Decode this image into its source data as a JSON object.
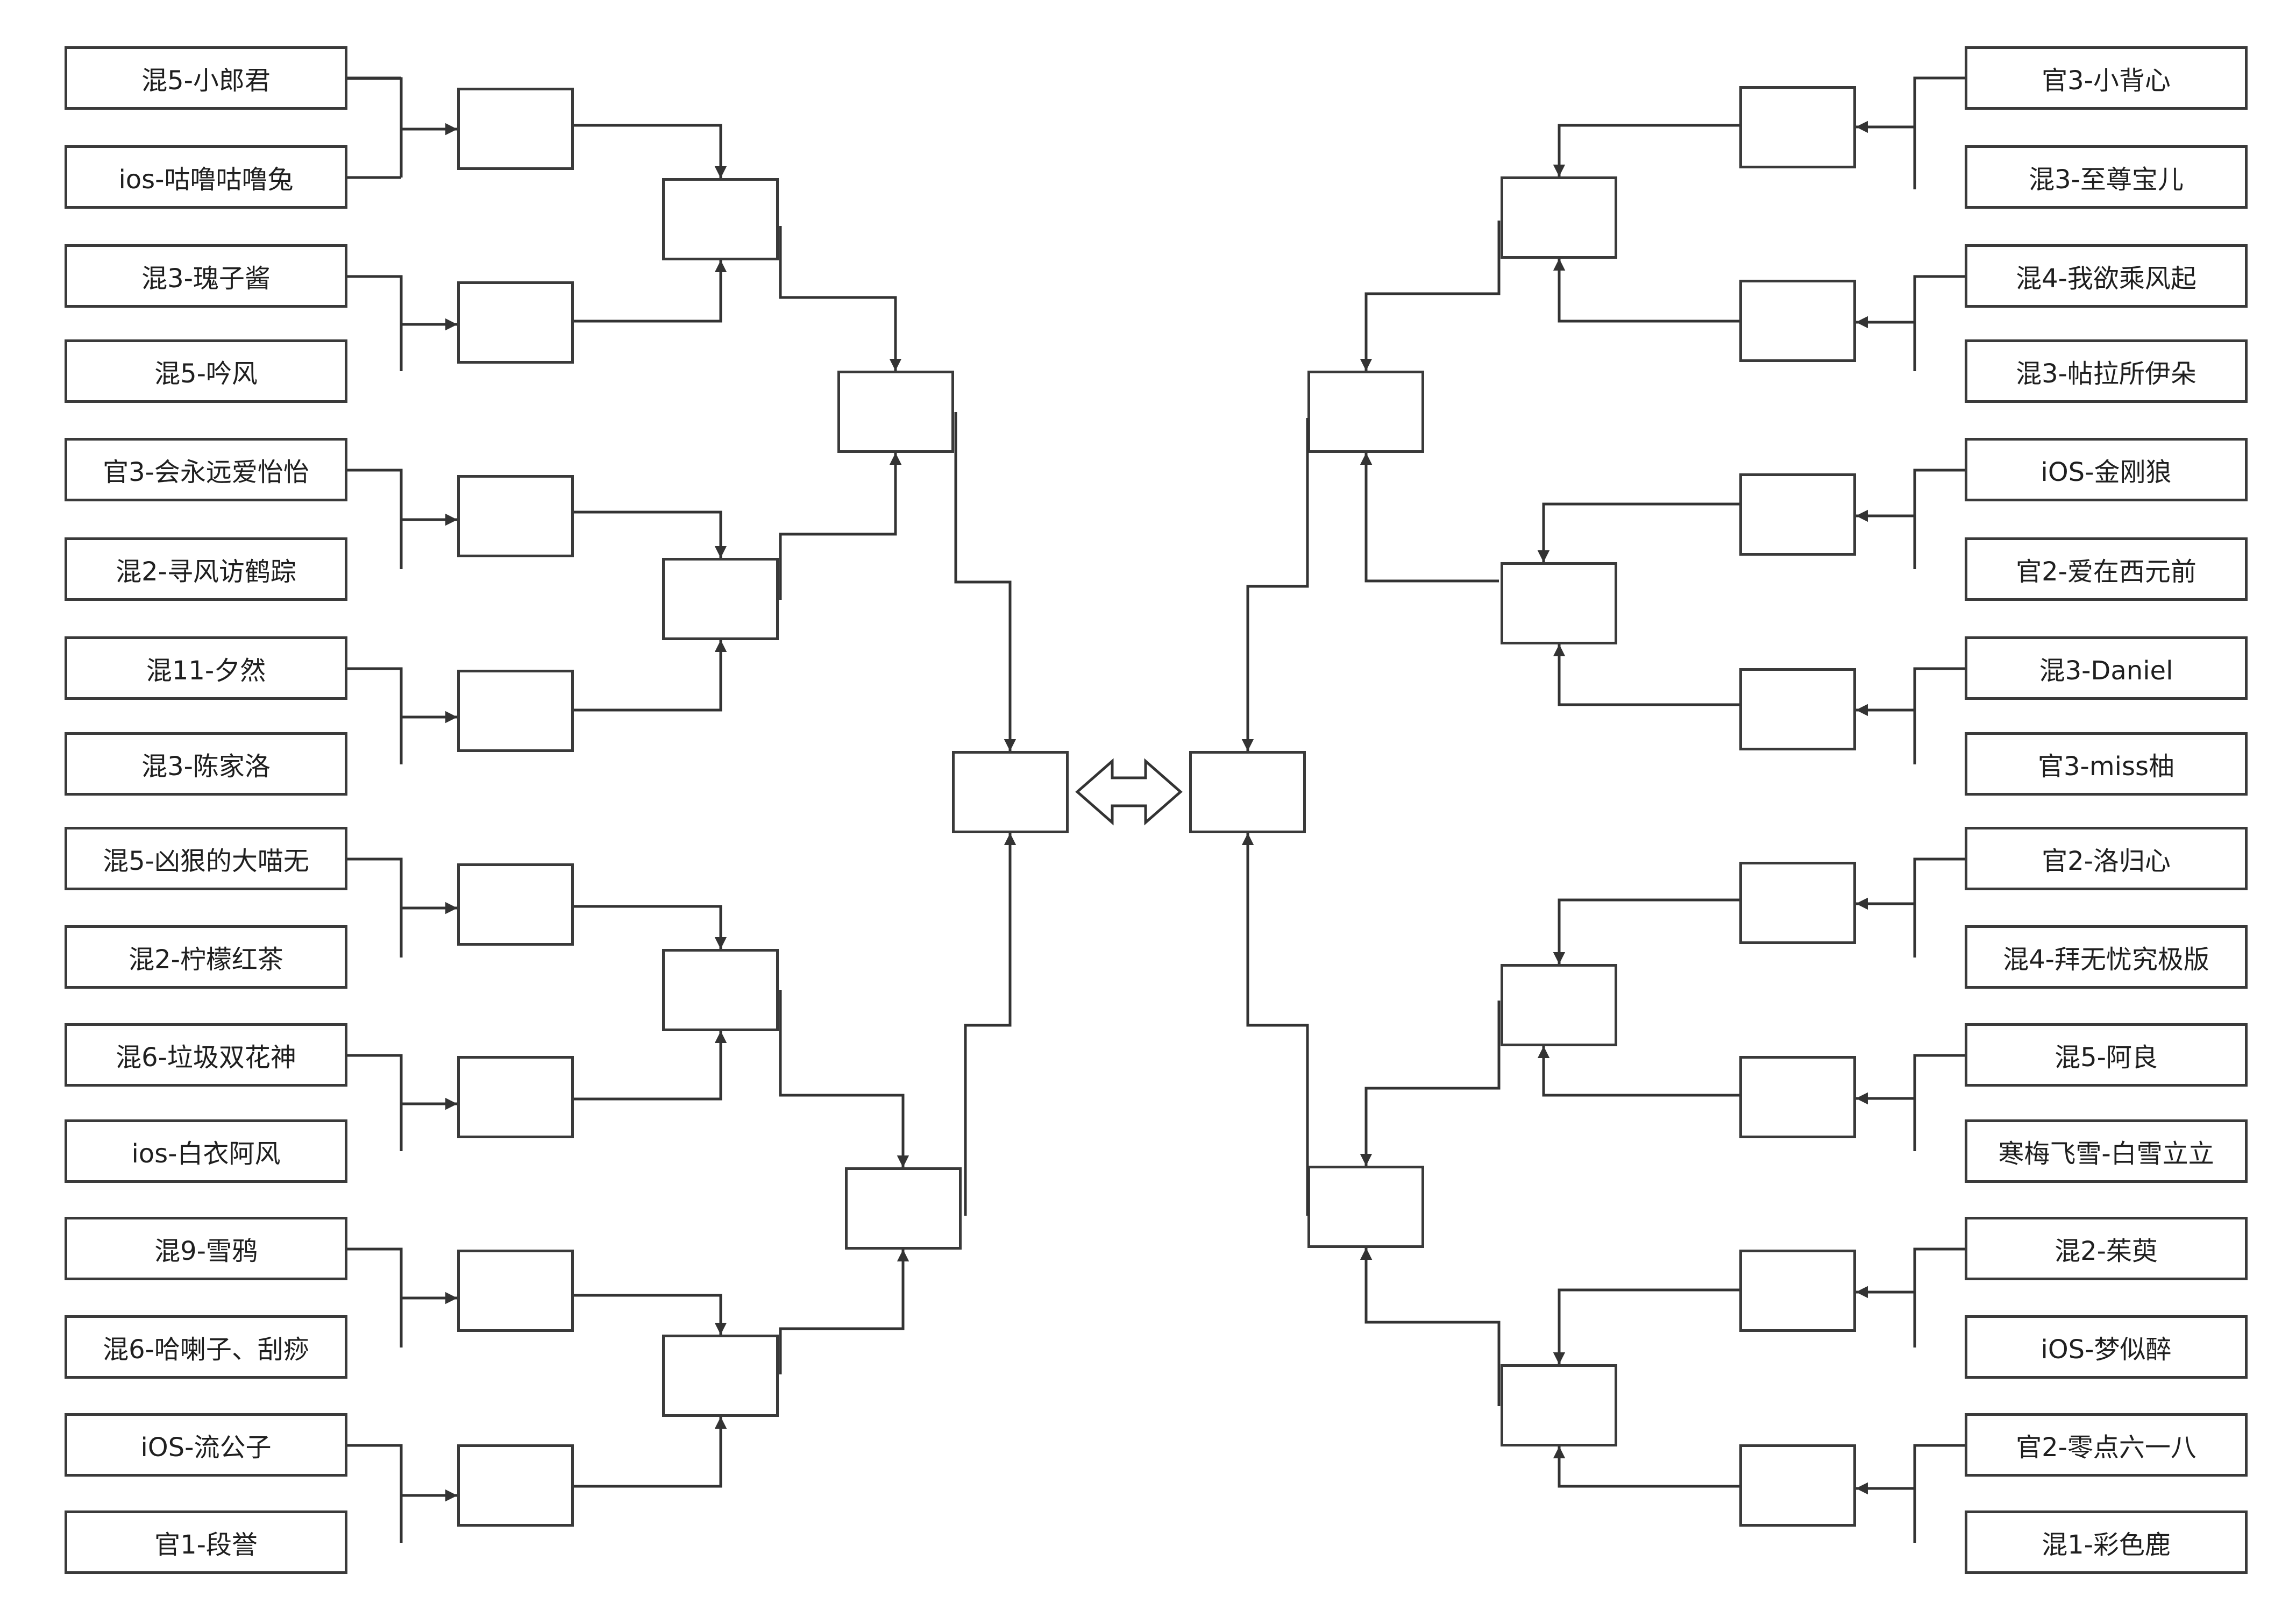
{
  "bracket": {
    "left_teams": [
      "混5-小郎君",
      "ios-咕噜咕噜兔",
      "混3-瑰子酱",
      "混5-吟风",
      "官3-会永远爱怡怡",
      "混2-寻风访鹤踪",
      "混11-夕然",
      "混3-陈家洛",
      "混5-凶狠的大喵无",
      "混2-柠檬红茶",
      "混6-垃圾双花神",
      "ios-白衣阿风",
      "混9-雪鸦",
      "混6-哈喇子、刮痧",
      "iOS-流公子",
      "官1-段誉"
    ],
    "right_teams": [
      "官3-小背心",
      "混3-至尊宝儿",
      "混4-我欲乘风起",
      "混3-帖拉所伊朵",
      "iOS-金刚狼",
      "官2-爱在西元前",
      "混3-Daniel",
      "官3-miss柚",
      "官2-洛归心",
      "混4-拜无忧究极版",
      "混5-阿良",
      "寒梅飞雪-白雪立立",
      "混2-茱萸",
      "iOS-梦似醉",
      "官2-零点六一八",
      "混1-彩色鹿"
    ]
  }
}
